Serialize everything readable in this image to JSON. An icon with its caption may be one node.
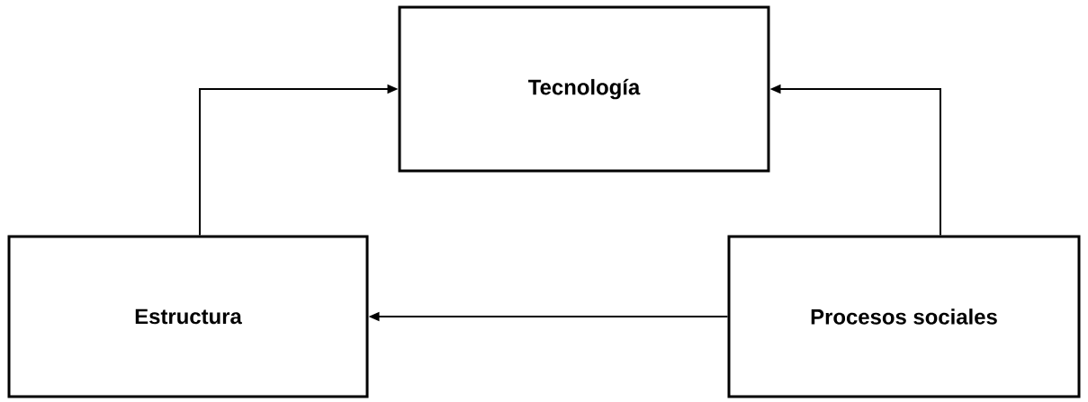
{
  "diagram": {
    "nodes": [
      {
        "text": [
          "Tecnología"
        ]
      },
      {
        "text": [
          "Estructura"
        ]
      },
      {
        "text": [
          "Procesos sociales"
        ]
      }
    ],
    "edges": [
      {
        "from": 1,
        "to": 0,
        "arrow": "to"
      },
      {
        "from": 2,
        "to": 0,
        "arrow": "to"
      },
      {
        "from": 2,
        "to": 1,
        "arrow": "to"
      }
    ]
  }
}
